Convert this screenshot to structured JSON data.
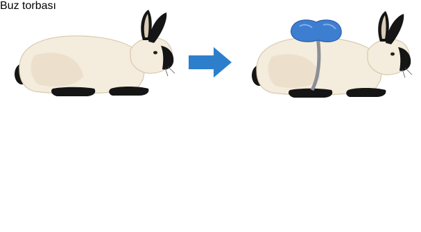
{
  "labels": {
    "ice_bag": "Buz torbası"
  },
  "colors": {
    "fur": "#f4ecdc",
    "fur_shade": "#e4d6bd",
    "points": "#151515",
    "arrow": "#2d7fcc",
    "ice_bag": "#3e7ed0",
    "strap": "#8a8f96"
  },
  "stages": [
    {
      "id": "normal-rabbit",
      "description_icon": "rabbit-icon"
    },
    {
      "id": "rabbit-with-ice-bag",
      "description_icon": "rabbit-icon"
    },
    {
      "id": "rabbit-with-dark-patch",
      "description_icon": "rabbit-icon"
    }
  ]
}
